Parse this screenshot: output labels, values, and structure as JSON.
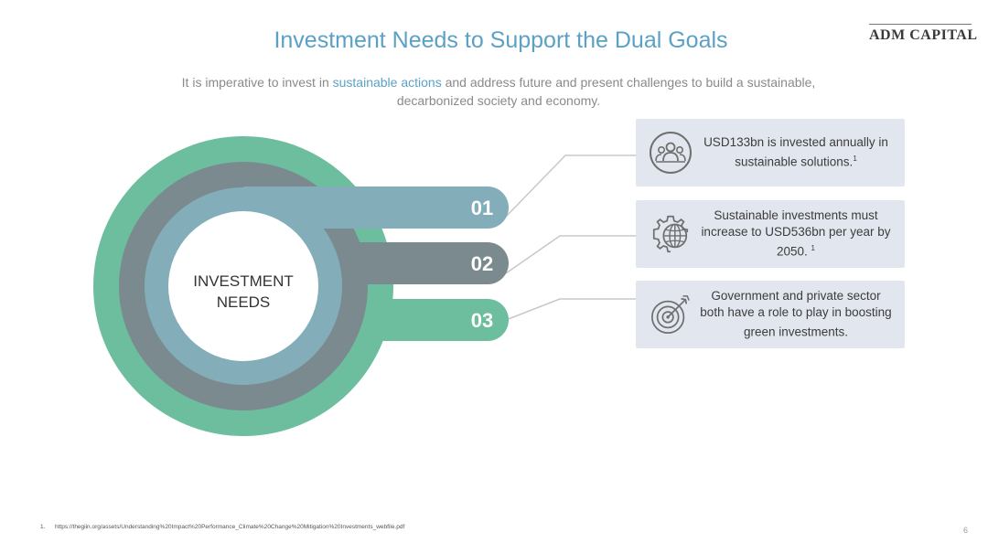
{
  "logo": {
    "text": "ADM CAPITAL"
  },
  "title": "Investment Needs to Support the Dual Goals",
  "subtitle": {
    "before": "It is imperative to invest in ",
    "highlight": "sustainable actions",
    "after": " and address future and present challenges to build a sustainable, decarbonized  society and economy."
  },
  "diagram": {
    "center_label": "INVESTMENT NEEDS",
    "colors": {
      "outer": "#6dbe9e",
      "middle": "#7b8a8e",
      "inner": "#82adb9",
      "card_bg": "#e2e7ef",
      "accent": "#5ba1c5"
    },
    "items": [
      {
        "number": "01",
        "text": "USD133bn is invested annually in sustainable solutions.",
        "sup": "1",
        "icon": "people-group-icon"
      },
      {
        "number": "02",
        "text": "Sustainable investments must increase to USD536bn per year by 2050. ",
        "sup": "1",
        "icon": "gear-globe-icon"
      },
      {
        "number": "03",
        "text": "Government and private sector both have a role to play in boosting green investments.",
        "sup": "",
        "icon": "target-arrow-icon"
      }
    ]
  },
  "footnote": {
    "number": "1.",
    "text": "https://thegiin.org/assets/Understanding%20Impact%20Performance_Climate%20Change%20Mitigation%20Investments_webfile.pdf"
  },
  "page_number": "6"
}
